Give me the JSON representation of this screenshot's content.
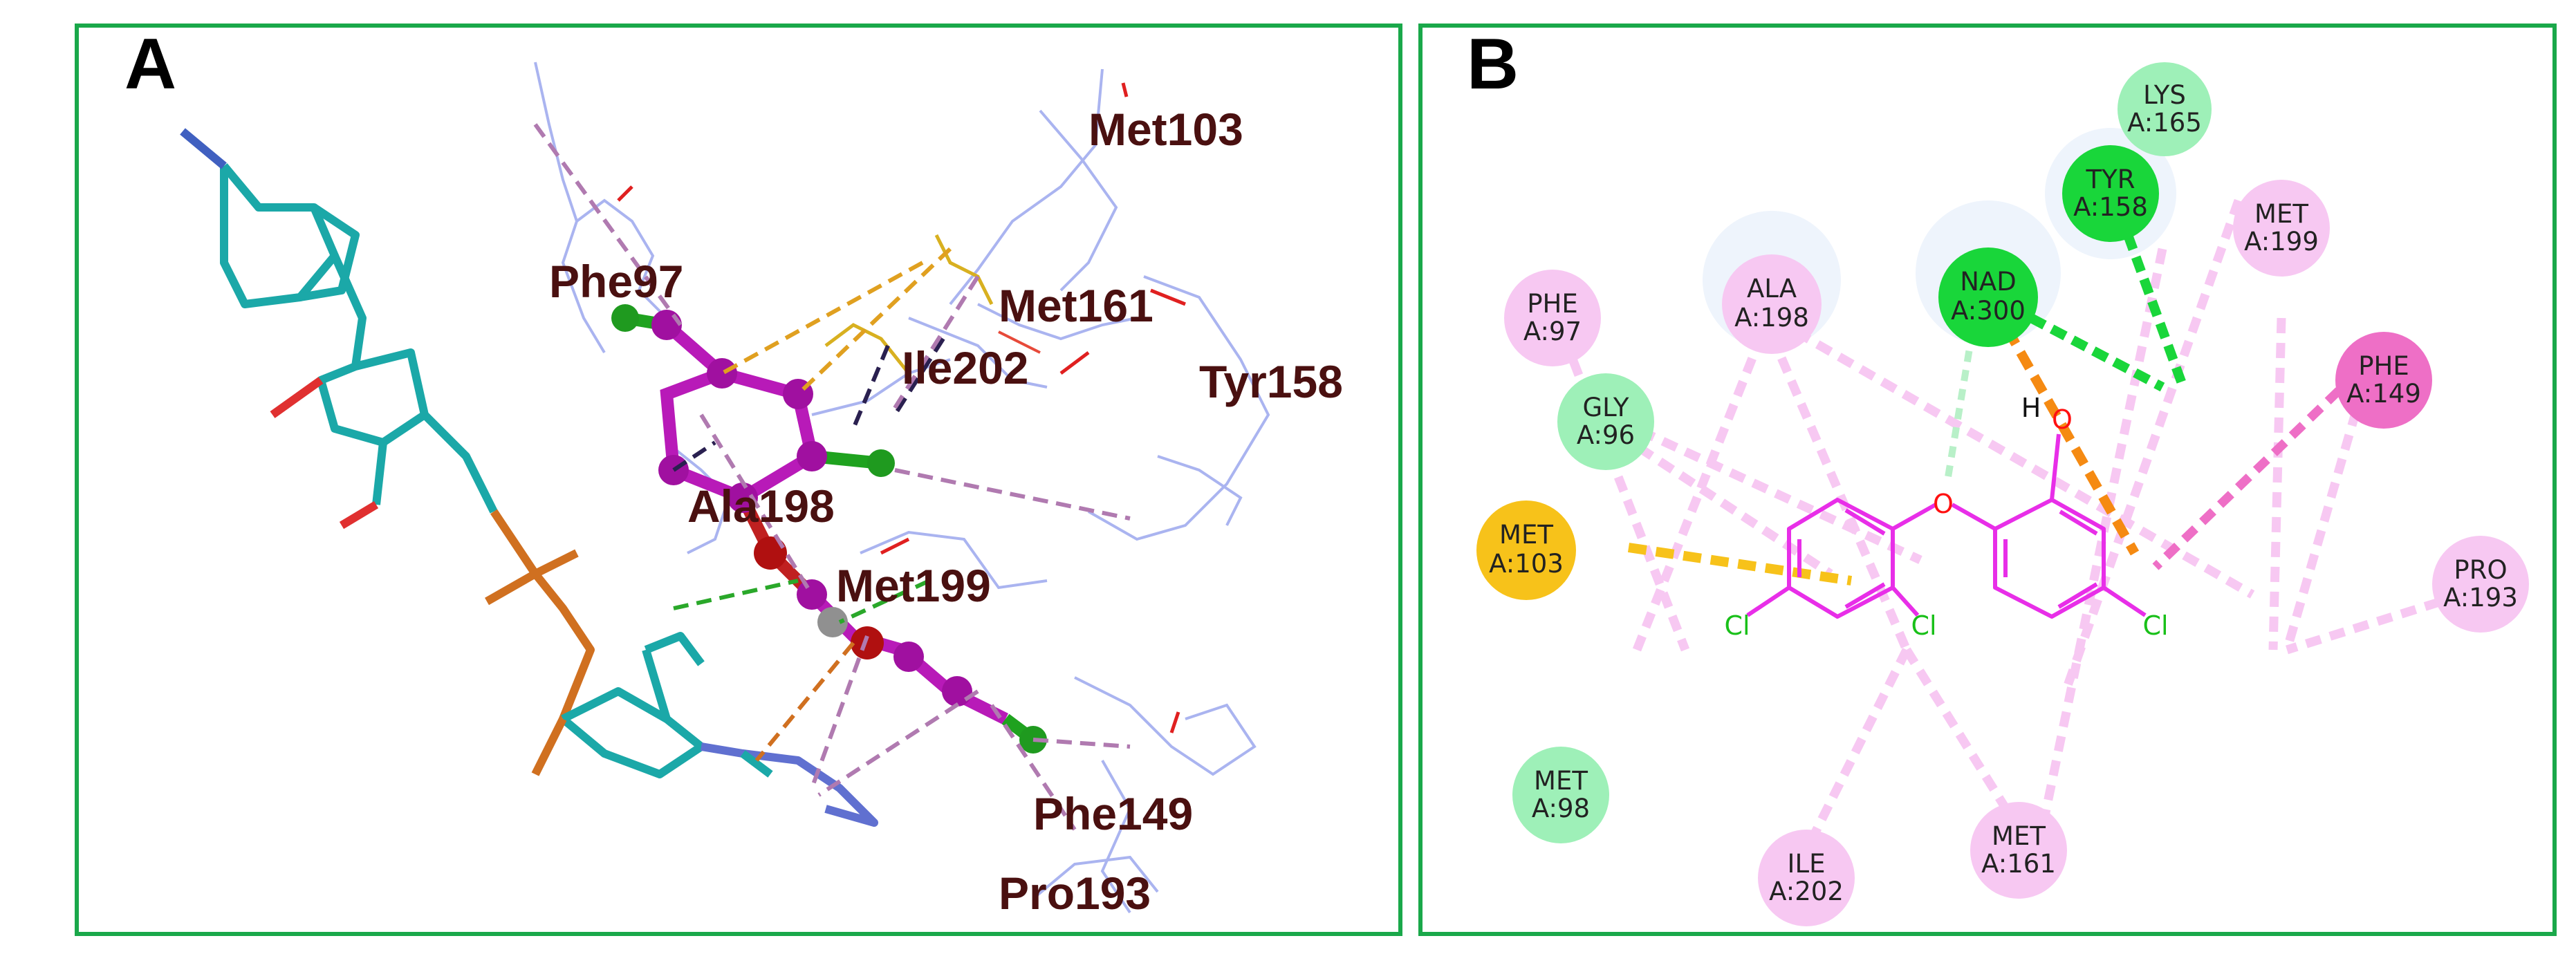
{
  "panels": {
    "a": {
      "letter": "A"
    },
    "b": {
      "letter": "B"
    }
  },
  "panel_a": {
    "labels": [
      "Met103",
      "Phe97",
      "Met161",
      "Ile202",
      "Tyr158",
      "Ala198",
      "Met199",
      "Phe149",
      "Pro193"
    ]
  },
  "panel_b": {
    "residues": [
      {
        "line1": "LYS",
        "line2": "A:165",
        "kind": "vdw"
      },
      {
        "line1": "TYR",
        "line2": "A:158",
        "kind": "hbond"
      },
      {
        "line1": "MET",
        "line2": "A:199",
        "kind": "alkyl"
      },
      {
        "line1": "PHE",
        "line2": "A:97",
        "kind": "alkyl"
      },
      {
        "line1": "ALA",
        "line2": "A:198",
        "kind": "alkyl"
      },
      {
        "line1": "NAD",
        "line2": "A:300",
        "kind": "hbond"
      },
      {
        "line1": "PHE",
        "line2": "A:149",
        "kind": "pi"
      },
      {
        "line1": "GLY",
        "line2": "A:96",
        "kind": "vdw"
      },
      {
        "line1": "MET",
        "line2": "A:103",
        "kind": "sulfur"
      },
      {
        "line1": "PRO",
        "line2": "A:193",
        "kind": "alkyl"
      },
      {
        "line1": "MET",
        "line2": "A:98",
        "kind": "vdw"
      },
      {
        "line1": "ILE",
        "line2": "A:202",
        "kind": "alkyl"
      },
      {
        "line1": "MET",
        "line2": "A:161",
        "kind": "alkyl"
      }
    ],
    "atoms": {
      "chlorine": "Cl",
      "oxygen": "O",
      "hydrogen": "H"
    },
    "colors": {
      "vdw": "#9ef0b8",
      "hbond": "#19d63a",
      "alkyl": "#f7c8f2",
      "pi": "#ee6fc6",
      "sulfur": "#f7c21a",
      "ligand": "#e82ee8",
      "frame": "#1aa84a"
    }
  }
}
